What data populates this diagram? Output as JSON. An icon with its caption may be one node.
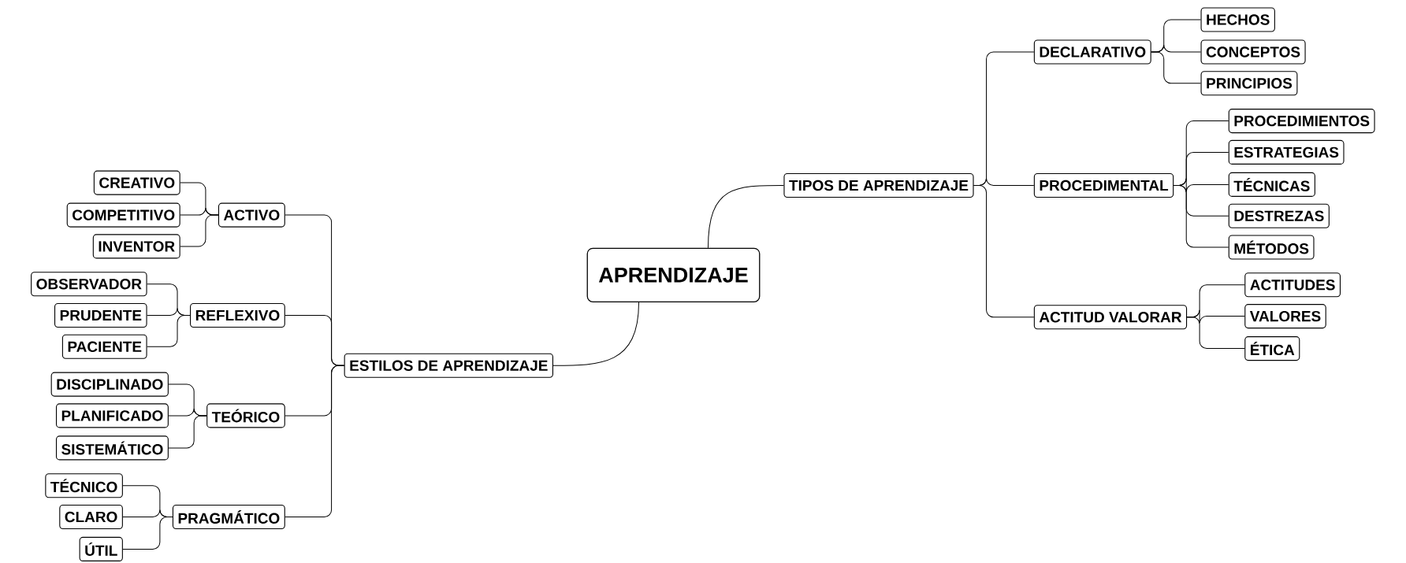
{
  "diagram": {
    "nodes": [
      {
        "text": [
          "APRENDIZAJE"
        ]
      },
      {
        "text": [
          "TIPOS DE APRENDIZAJE"
        ]
      },
      {
        "text": [
          "DECLARATIVO"
        ]
      },
      {
        "text": [
          "HECHOS"
        ]
      },
      {
        "text": [
          "CONCEPTOS"
        ]
      },
      {
        "text": [
          "PRINCIPIOS"
        ]
      },
      {
        "text": [
          "PROCEDIMENTAL"
        ]
      },
      {
        "text": [
          "PROCEDIMIENTOS"
        ]
      },
      {
        "text": [
          "ESTRATEGIAS"
        ]
      },
      {
        "text": [
          "TÉCNICAS"
        ]
      },
      {
        "text": [
          "DESTREZAS"
        ]
      },
      {
        "text": [
          "MÉTODOS"
        ]
      },
      {
        "text": [
          "ACTITUD VALORAR"
        ]
      },
      {
        "text": [
          "ACTITUDES"
        ]
      },
      {
        "text": [
          "VALORES"
        ]
      },
      {
        "text": [
          "ÉTICA"
        ]
      },
      {
        "text": [
          "ESTILOS DE APRENDIZAJE"
        ]
      },
      {
        "text": [
          "ACTIVO"
        ]
      },
      {
        "text": [
          "CREATIVO"
        ]
      },
      {
        "text": [
          "COMPETITIVO"
        ]
      },
      {
        "text": [
          "INVENTOR"
        ]
      },
      {
        "text": [
          "REFLEXIVO"
        ]
      },
      {
        "text": [
          "OBSERVADOR"
        ]
      },
      {
        "text": [
          "PRUDENTE"
        ]
      },
      {
        "text": [
          "PACIENTE"
        ]
      },
      {
        "text": [
          "TEÓRICO"
        ]
      },
      {
        "text": [
          "DISCIPLINADO"
        ]
      },
      {
        "text": [
          "PLANIFICADO"
        ]
      },
      {
        "text": [
          "SISTEMÁTICO"
        ]
      },
      {
        "text": [
          "PRAGMÁTICO"
        ]
      },
      {
        "text": [
          "TÉCNICO"
        ]
      },
      {
        "text": [
          "CLARO"
        ]
      },
      {
        "text": [
          "ÚTIL"
        ]
      }
    ],
    "edges": [
      {
        "from": 0,
        "to": 1,
        "arrow": "none"
      },
      {
        "from": 1,
        "to": 2,
        "arrow": "none"
      },
      {
        "from": 2,
        "to": 3,
        "arrow": "none"
      },
      {
        "from": 2,
        "to": 4,
        "arrow": "none"
      },
      {
        "from": 2,
        "to": 5,
        "arrow": "none"
      },
      {
        "from": 1,
        "to": 6,
        "arrow": "none"
      },
      {
        "from": 6,
        "to": 7,
        "arrow": "none"
      },
      {
        "from": 6,
        "to": 8,
        "arrow": "none"
      },
      {
        "from": 6,
        "to": 9,
        "arrow": "none"
      },
      {
        "from": 6,
        "to": 10,
        "arrow": "none"
      },
      {
        "from": 6,
        "to": 11,
        "arrow": "none"
      },
      {
        "from": 1,
        "to": 12,
        "arrow": "none"
      },
      {
        "from": 12,
        "to": 13,
        "arrow": "none"
      },
      {
        "from": 12,
        "to": 14,
        "arrow": "none"
      },
      {
        "from": 12,
        "to": 15,
        "arrow": "none"
      },
      {
        "from": 0,
        "to": 16,
        "arrow": "none"
      },
      {
        "from": 16,
        "to": 17,
        "arrow": "none"
      },
      {
        "from": 17,
        "to": 18,
        "arrow": "none"
      },
      {
        "from": 17,
        "to": 19,
        "arrow": "none"
      },
      {
        "from": 17,
        "to": 20,
        "arrow": "none"
      },
      {
        "from": 16,
        "to": 21,
        "arrow": "none"
      },
      {
        "from": 21,
        "to": 22,
        "arrow": "none"
      },
      {
        "from": 21,
        "to": 23,
        "arrow": "none"
      },
      {
        "from": 21,
        "to": 24,
        "arrow": "none"
      },
      {
        "from": 16,
        "to": 25,
        "arrow": "none"
      },
      {
        "from": 25,
        "to": 26,
        "arrow": "none"
      },
      {
        "from": 25,
        "to": 27,
        "arrow": "none"
      },
      {
        "from": 25,
        "to": 28,
        "arrow": "none"
      },
      {
        "from": 16,
        "to": 29,
        "arrow": "none"
      },
      {
        "from": 29,
        "to": 30,
        "arrow": "none"
      },
      {
        "from": 29,
        "to": 31,
        "arrow": "none"
      },
      {
        "from": 29,
        "to": 32,
        "arrow": "none"
      }
    ]
  }
}
